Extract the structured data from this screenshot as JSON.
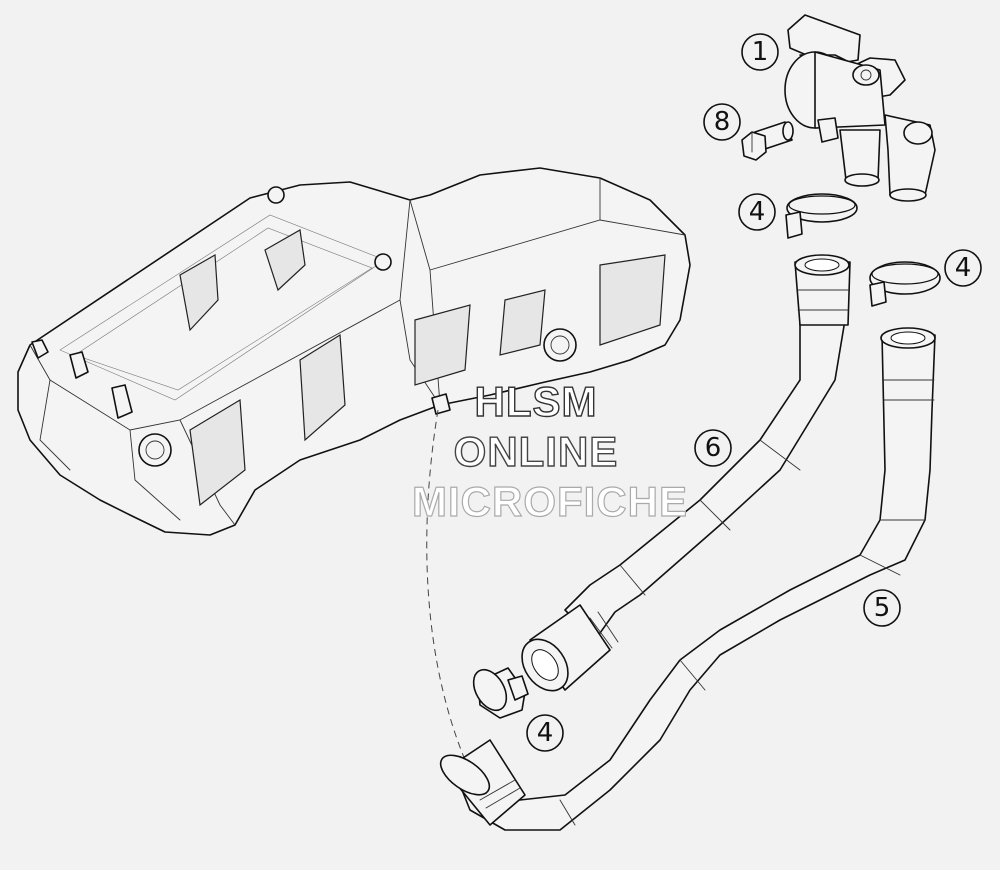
{
  "watermark": {
    "line1": "HLSM",
    "line2": "ONLINE",
    "line3": "MICROFICHE"
  },
  "callouts": {
    "valve": "1",
    "bolt": "8",
    "clamp_upper_left": "4",
    "clamp_upper_right": "4",
    "hose_6": "6",
    "hose_5": "5",
    "cap_4": "4"
  }
}
